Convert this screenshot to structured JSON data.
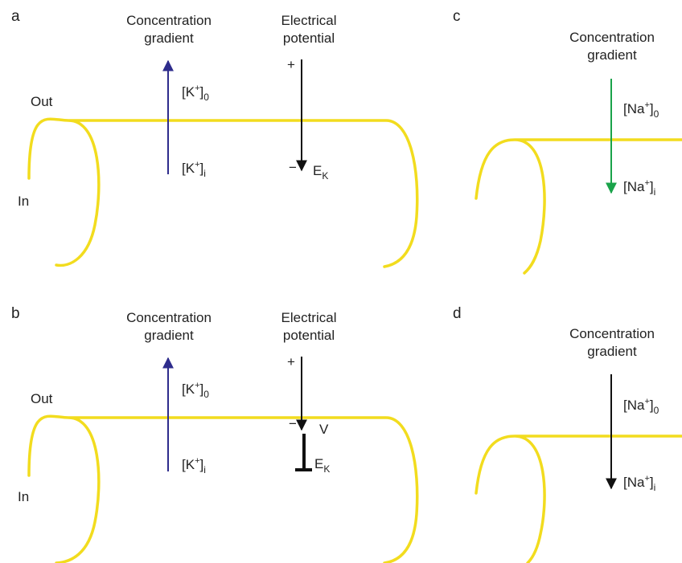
{
  "colors": {
    "membrane": "#f2dc1e",
    "k_arrow": "#2e2c8c",
    "na_arrow_c": "#1aa34a",
    "na_arrow_d": "#111111",
    "potential_arrow": "#111111",
    "text": "#222222"
  },
  "panels": {
    "a": {
      "letter": "a",
      "conc_label_1": "Concentration",
      "conc_label_2": "gradient",
      "elec_label_1": "Electrical",
      "elec_label_2": "potential",
      "out_label": "Out",
      "in_label": "In",
      "plus": "+",
      "minus": "−",
      "k_out": {
        "pre": "[K",
        "sup": "+",
        "post": "]",
        "sub": "0"
      },
      "k_in": {
        "pre": "[K",
        "sup": "+",
        "post": "]",
        "sub": "i"
      },
      "ek": {
        "main": "E",
        "sub": "K"
      }
    },
    "b": {
      "letter": "b",
      "conc_label_1": "Concentration",
      "conc_label_2": "gradient",
      "elec_label_1": "Electrical",
      "elec_label_2": "potential",
      "out_label": "Out",
      "in_label": "In",
      "plus": "+",
      "minus": "−",
      "v_label": "V",
      "k_out": {
        "pre": "[K",
        "sup": "+",
        "post": "]",
        "sub": "0"
      },
      "k_in": {
        "pre": "[K",
        "sup": "+",
        "post": "]",
        "sub": "i"
      },
      "ek": {
        "main": "E",
        "sub": "K"
      }
    },
    "c": {
      "letter": "c",
      "conc_label_1": "Concentration",
      "conc_label_2": "gradient",
      "na_out": {
        "pre": "[Na",
        "sup": "+",
        "post": "]",
        "sub": "0"
      },
      "na_in": {
        "pre": "[Na",
        "sup": "+",
        "post": "]",
        "sub": "i"
      }
    },
    "d": {
      "letter": "d",
      "conc_label_1": "Concentration",
      "conc_label_2": "gradient",
      "na_out": {
        "pre": "[Na",
        "sup": "+",
        "post": "]",
        "sub": "0"
      },
      "na_in": {
        "pre": "[Na",
        "sup": "+",
        "post": "]",
        "sub": "i"
      }
    }
  }
}
